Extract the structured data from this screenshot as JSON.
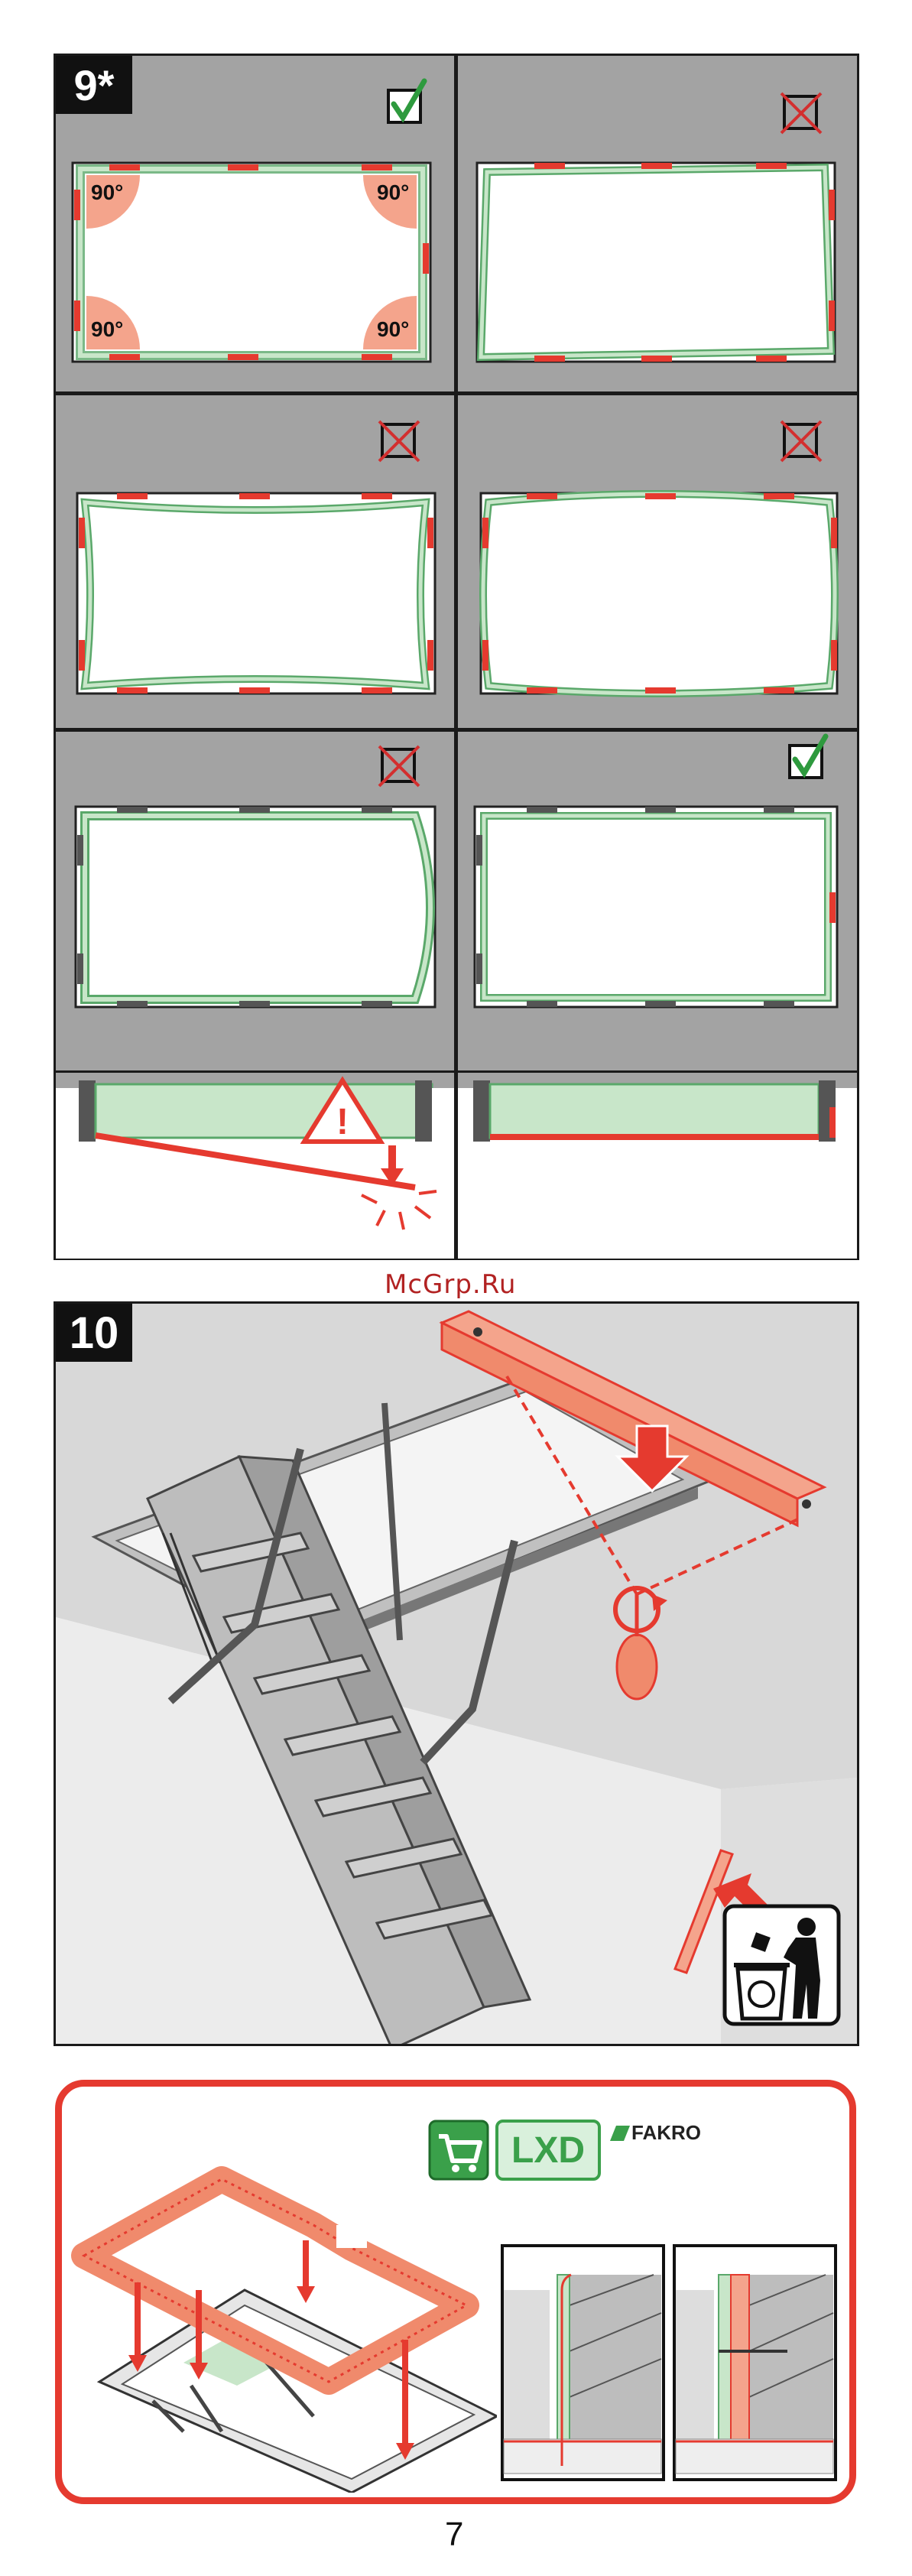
{
  "step9": {
    "badge": "9*",
    "angle_label": "90°",
    "panels": [
      {
        "id": "square",
        "status": "correct"
      },
      {
        "id": "skewed",
        "status": "incorrect"
      },
      {
        "id": "bowed-in",
        "status": "incorrect"
      },
      {
        "id": "bowed-out",
        "status": "incorrect"
      },
      {
        "id": "side-bowed",
        "status": "incorrect"
      },
      {
        "id": "straight",
        "status": "correct"
      }
    ],
    "warning_symbol": "!"
  },
  "watermark": "McGrp.Ru",
  "step10": {
    "badge": "10"
  },
  "accessory": {
    "product_code": "LXD",
    "brand": "FAKRO"
  },
  "page_number": "7",
  "colors": {
    "panel_gray": "#a3a3a3",
    "frame_green": "#c8e6c9",
    "frame_green_line": "#5aa86a",
    "accent_red": "#e53a2f",
    "salmon": "#f4a48c",
    "correct_green": "#2e9a3e",
    "incorrect_red": "#d32f2f"
  },
  "icons": [
    "check-mark-icon",
    "cross-mark-icon",
    "warning-triangle-icon",
    "trash-bin-icon",
    "shopping-cart-icon",
    "rotate-arrow-icon",
    "down-arrow-icon"
  ]
}
